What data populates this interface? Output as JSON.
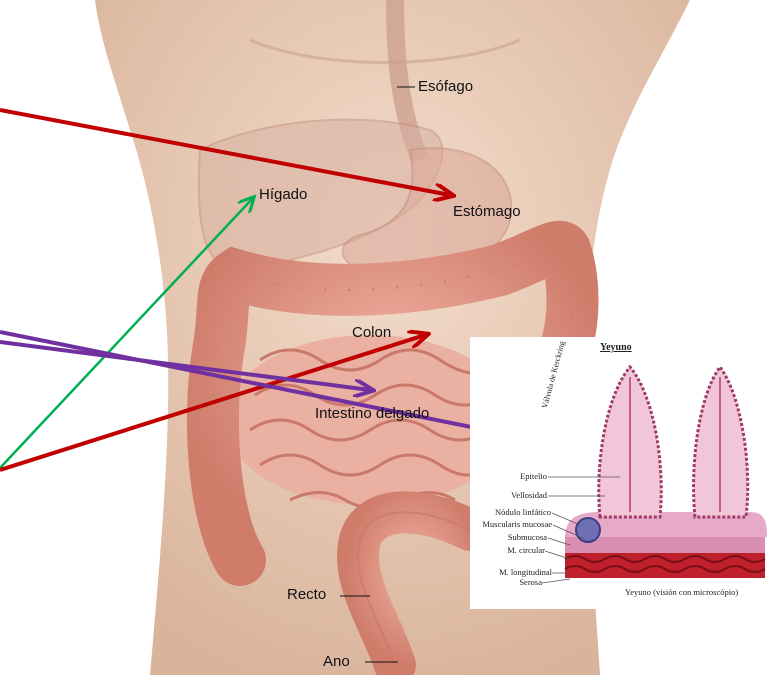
{
  "labels": {
    "esofago": "Esófago",
    "higado": "Hígado",
    "estomago": "Estómago",
    "colon": "Colon",
    "intestino": "Intestino delgado",
    "recto": "Recto",
    "ano": "Ano"
  },
  "micrograph": {
    "title": "Yeyuno",
    "caption": "Yeyuno (visión con microscópio)",
    "fold_label": "Válvula de Kerckring",
    "layers": [
      "Epitelio",
      "Vellosidad",
      "Nódulo linfático",
      "Muscularis mucosae",
      "Submucosa",
      "M. circular",
      "M. longitudinal",
      "Serosa"
    ]
  },
  "colors": {
    "skin": "#e9cdb8",
    "organ": "#e39a8a",
    "arrow_red": "#c00000",
    "arrow_green": "#00b050",
    "arrow_purple": "#7030a0"
  }
}
